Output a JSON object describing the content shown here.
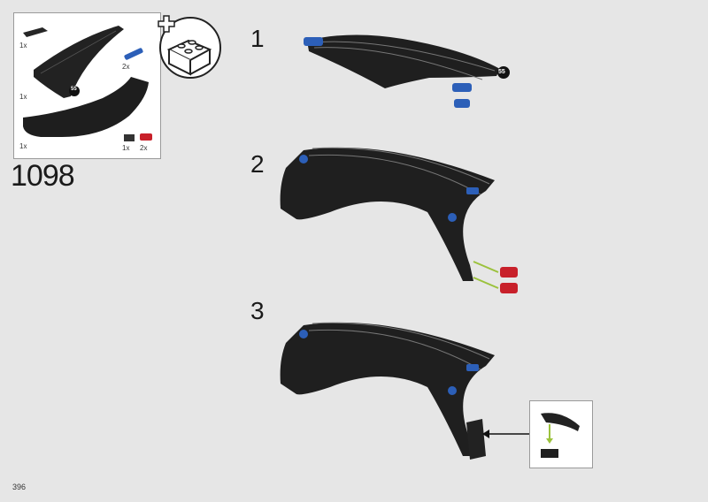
{
  "parts_list": {
    "items": [
      {
        "qty": "1x",
        "icon": "small-curved-tile-icon"
      },
      {
        "qty": "2x",
        "icon": "blue-pin-icon"
      },
      {
        "qty": "1x",
        "icon": "curved-arch-panel-icon"
      },
      {
        "qty": "1x",
        "icon": "large-mudguard-panel-icon"
      },
      {
        "qty": "1x",
        "icon": "black-plate-icon"
      },
      {
        "qty": "2x",
        "icon": "red-pin-icon"
      }
    ],
    "badge": "55"
  },
  "part_number": "1098",
  "steps": [
    {
      "number": "1",
      "badge": "55"
    },
    {
      "number": "2"
    },
    {
      "number": "3"
    }
  ],
  "page_number": "396",
  "colors": {
    "panel": "#1f1f1f",
    "pin_blue": "#2c5fb8",
    "pin_red": "#c8202a",
    "arrow_green": "#9bc23c"
  }
}
